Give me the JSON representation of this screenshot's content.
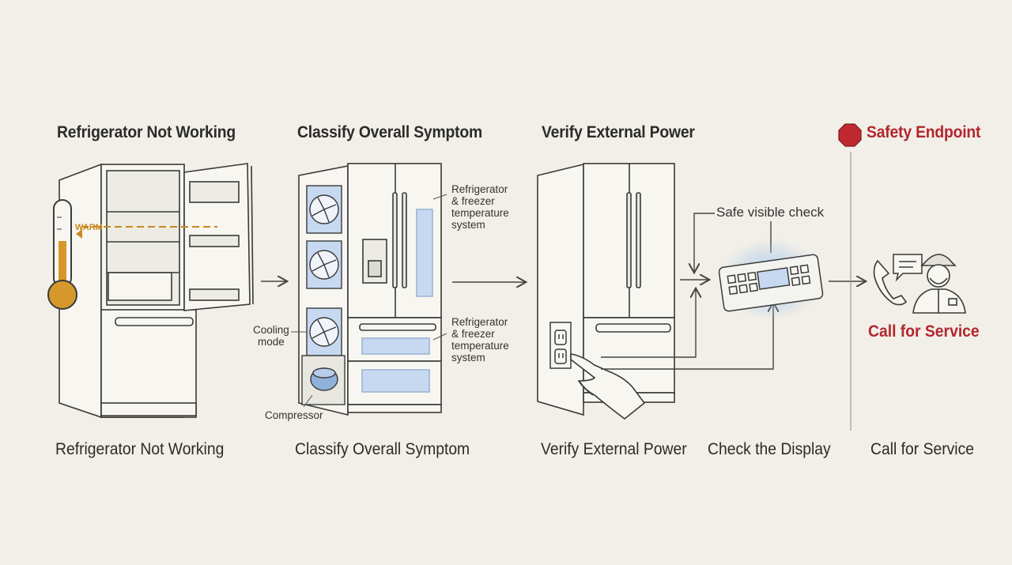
{
  "steps": {
    "s1": {
      "title": "Refrigerator Not Working",
      "caption": "Refrigerator Not Working"
    },
    "s2": {
      "title": "Classify Overall Symptom",
      "caption": "Classify Overall Symptom"
    },
    "s3": {
      "title": "Verify External Power",
      "caption": "Verify External Power"
    },
    "s4": {
      "caption": "Check the Display"
    },
    "s5": {
      "title": "Safety Endpoint",
      "caption": "Call for Service"
    }
  },
  "labels": {
    "warm": "WARM",
    "temp_system_upper": [
      "Refrigerator",
      "& freezer",
      "temperature",
      "system"
    ],
    "temp_system_lower": [
      "Refrigerator",
      "& freezer",
      "temperature",
      "system"
    ],
    "cooling_mode": [
      "Cooling",
      "mode"
    ],
    "compressor": "Compressor",
    "safe_visible_check": "Safe visible check",
    "call_for_service": "Call for Service"
  },
  "colors": {
    "warm": "#c8891f",
    "safety_red": "#b3262d",
    "display_glow": "#a9c8f0"
  },
  "icons": [
    "thermometer-icon",
    "fan-icon",
    "compressor-icon",
    "outlet-icon",
    "hand-icon",
    "display-panel-icon",
    "phone-icon",
    "chat-bubble-icon",
    "technician-icon",
    "stop-sign-icon"
  ]
}
